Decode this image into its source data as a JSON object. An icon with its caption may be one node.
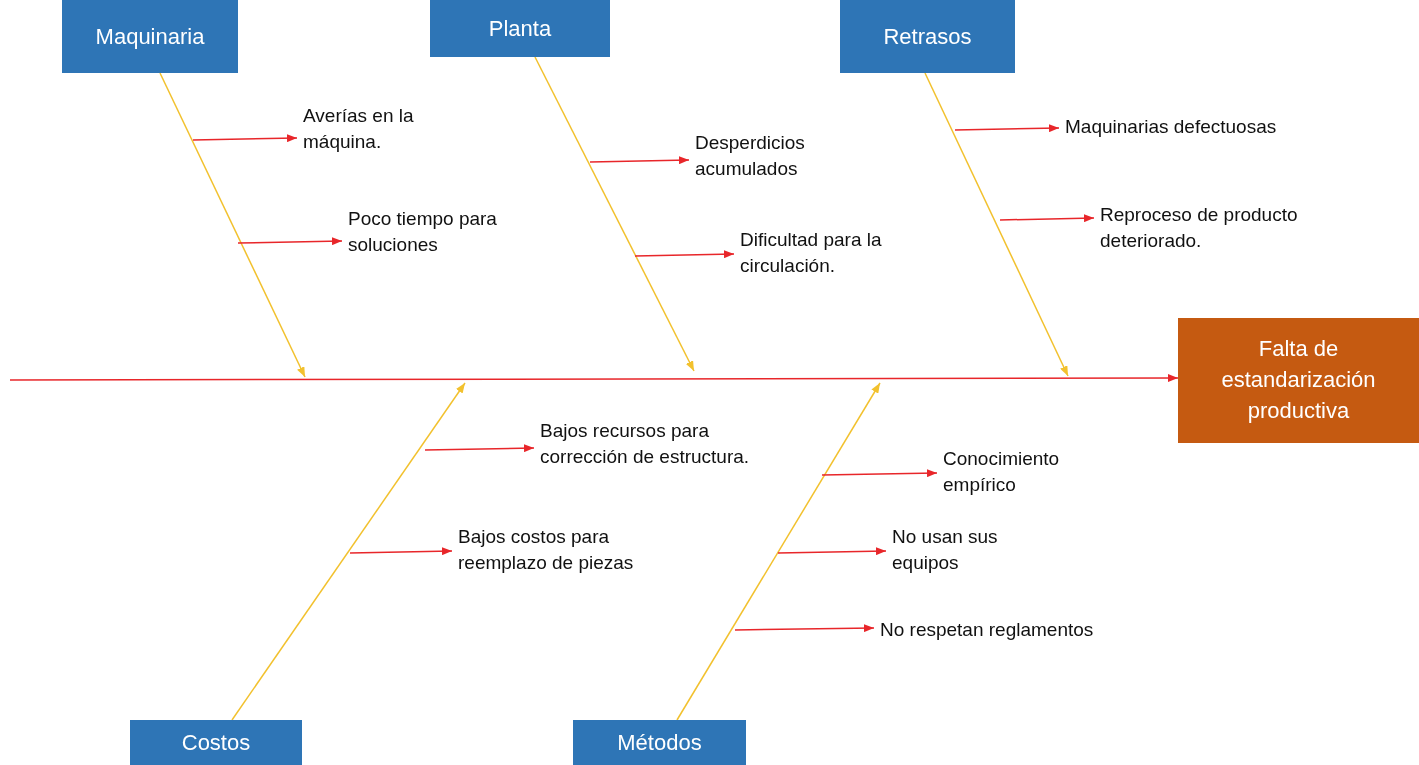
{
  "diagram": {
    "nodes": [
      {
        "text": [
          "Maquinaria"
        ]
      },
      {
        "text": [
          "Planta"
        ]
      },
      {
        "text": [
          "Retrasos"
        ]
      },
      {
        "text": [
          "Averías en la máquina."
        ]
      },
      {
        "text": [
          "Poco tiempo para soluciones"
        ]
      },
      {
        "text": [
          "Desperdicios acumulados"
        ]
      },
      {
        "text": [
          "Dificultad para la circulación."
        ]
      },
      {
        "text": [
          "Maquinarias defectuosas"
        ]
      },
      {
        "text": [
          "Reproceso de producto deteriorado."
        ]
      },
      {
        "text": [
          "Falta de estandarización productiva"
        ]
      },
      {
        "text": [
          "Bajos recursos para corrección de estructura."
        ]
      },
      {
        "text": [
          "Conocimiento empírico"
        ]
      },
      {
        "text": [
          "Bajos costos para reemplazo de piezas"
        ]
      },
      {
        "text": [
          "No usan sus equipos"
        ]
      },
      {
        "text": [
          "No respetan reglamentos"
        ]
      },
      {
        "text": [
          "Costos"
        ]
      },
      {
        "text": [
          "Métodos"
        ]
      }
    ],
    "edges": [
      {
        "from": null,
        "to": 9,
        "arrow": "to"
      },
      {
        "from": 0,
        "to": null,
        "arrow": "to",
        "color": "#f2c12e"
      },
      {
        "from": 1,
        "to": null,
        "arrow": "to",
        "color": "#f2c12e"
      },
      {
        "from": 2,
        "to": null,
        "arrow": "to",
        "color": "#f2c12e"
      },
      {
        "from": 15,
        "to": null,
        "arrow": "to",
        "color": "#f2c12e"
      },
      {
        "from": 16,
        "to": null,
        "arrow": "to",
        "color": "#f2c12e"
      },
      {
        "from": null,
        "to": 3,
        "arrow": "to"
      },
      {
        "from": null,
        "to": 4,
        "arrow": "to"
      },
      {
        "from": null,
        "to": 5,
        "arrow": "to"
      },
      {
        "from": null,
        "to": 6,
        "arrow": "to"
      },
      {
        "from": null,
        "to": 7,
        "arrow": "to"
      },
      {
        "from": null,
        "to": 8,
        "arrow": "to"
      },
      {
        "from": null,
        "to": 10,
        "arrow": "to"
      },
      {
        "from": null,
        "to": 12,
        "arrow": "to"
      },
      {
        "from": null,
        "to": 11,
        "arrow": "to"
      },
      {
        "from": null,
        "to": 13,
        "arrow": "to"
      },
      {
        "from": null,
        "to": 14,
        "arrow": "to"
      }
    ]
  }
}
